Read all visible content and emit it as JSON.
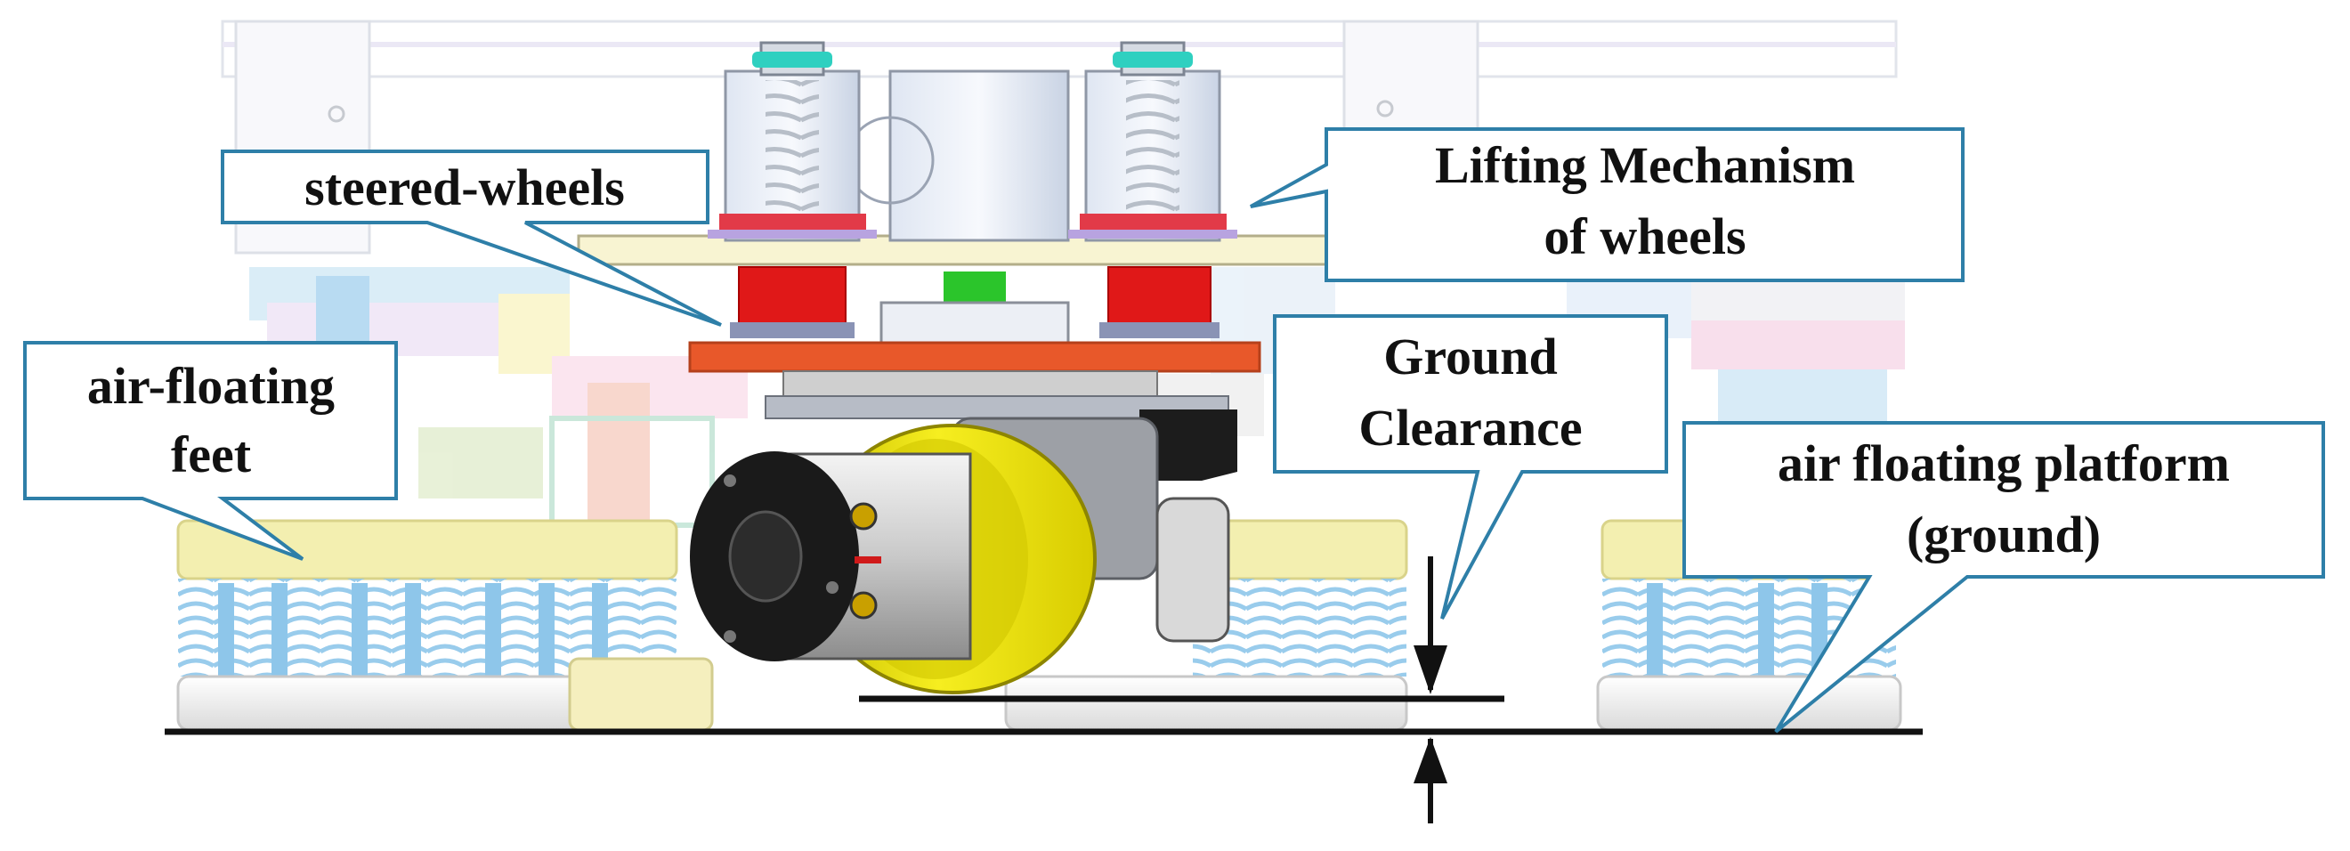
{
  "callouts": {
    "steered": {
      "line1": "steered-wheels"
    },
    "lifting": {
      "line1": "Lifting Mechanism",
      "line2": "of wheels"
    },
    "airfeet": {
      "line1": "air-floating",
      "line2": "feet"
    },
    "ground": {
      "line1": "Ground",
      "line2": "Clearance"
    },
    "platform": {
      "line1": "air floating platform",
      "line2": "(ground)"
    }
  },
  "colors": {
    "callout_border": "#2e7fa8",
    "wheel_yellow": "#f2e600",
    "motor_black": "#1a1a1a",
    "lift_red": "#e01818",
    "plate_orange": "#e8582a",
    "spring_blue": "#8ec6ea",
    "feet_yellow": "#f3efb0",
    "teal_cap": "#2fd0c0",
    "ground_line": "#111111"
  }
}
